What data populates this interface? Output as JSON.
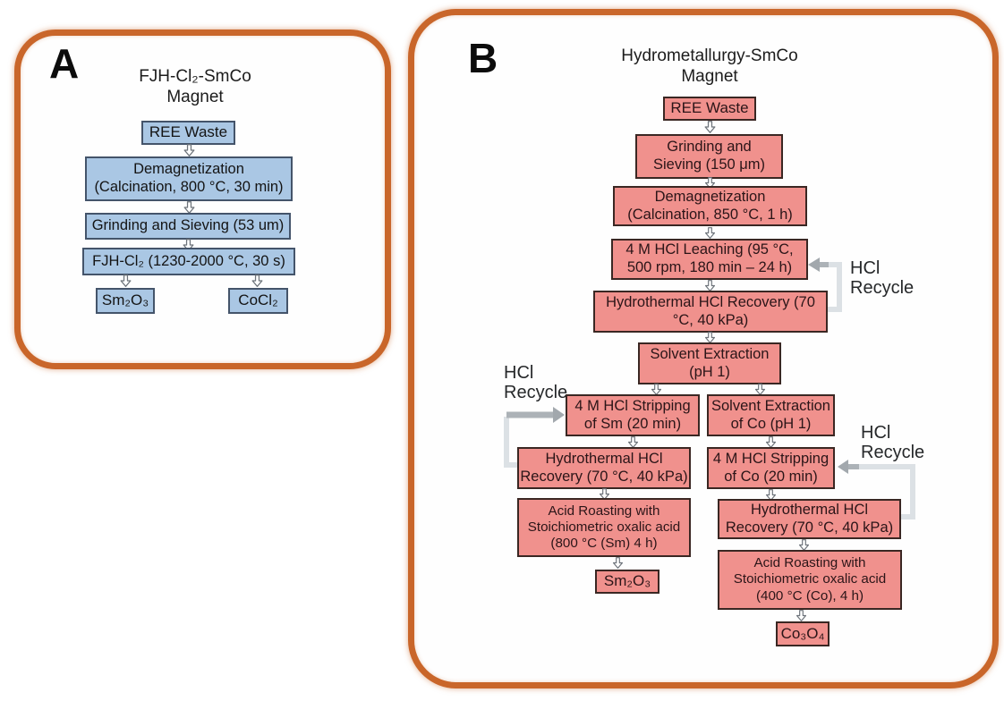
{
  "figure": {
    "type": "process-flowchart-comparison"
  },
  "colors": {
    "panel_border_orange": "#C9662A",
    "box_blue_fill": "#AAC7E4",
    "box_blue_border": "#44546A",
    "box_pink_fill": "#F0918D",
    "box_pink_border": "#3A2723",
    "recycle_line_light": "#DCE1E5",
    "recycle_arrow_gray": "#A2A8AD"
  },
  "panel_a": {
    "label": "A",
    "title": [
      "FJH-Cl₂-SmCo",
      "Magnet"
    ],
    "nodes": {
      "ree_waste": {
        "lines": [
          "REE Waste"
        ]
      },
      "demagnetization": {
        "lines": [
          "Demagnetization",
          "(Calcination, 800 °C, 30 min)"
        ]
      },
      "grinding": {
        "lines": [
          "Grinding and Sieving (53 um)"
        ]
      },
      "fjh": {
        "lines": [
          "FJH-Cl₂ (1230-2000 °C, 30 s)"
        ]
      },
      "sm2o3": {
        "lines": [
          "Sm₂O₃"
        ]
      },
      "cocl2": {
        "lines": [
          "CoCl₂"
        ]
      }
    }
  },
  "panel_b": {
    "label": "B",
    "title": [
      "Hydrometallurgy-SmCo",
      "Magnet"
    ],
    "nodes": {
      "ree_waste": {
        "lines": [
          "REE Waste"
        ]
      },
      "grinding": {
        "lines": [
          "Grinding and",
          "Sieving (150 μm)"
        ]
      },
      "demagnetization": {
        "lines": [
          "Demagnetization",
          "(Calcination, 850 °C, 1 h)"
        ]
      },
      "leaching": {
        "lines": [
          "4 M HCl Leaching (95 °C,",
          "500 rpm, 180 min – 24 h)"
        ]
      },
      "hcl_recovery_1": {
        "lines": [
          "Hydrothermal HCl Recovery (70",
          "°C, 40 kPa)"
        ]
      },
      "solvent_extraction": {
        "lines": [
          "Solvent Extraction",
          "(pH 1)"
        ]
      },
      "stripping_sm": {
        "lines": [
          "4 M HCl Stripping",
          "of Sm (20 min)"
        ]
      },
      "solvent_extraction_co": {
        "lines": [
          "Solvent Extraction",
          "of Co (pH 1)"
        ]
      },
      "hcl_recovery_sm": {
        "lines": [
          "Hydrothermal HCl",
          "Recovery (70 °C, 40 kPa)"
        ]
      },
      "stripping_co": {
        "lines": [
          "4 M HCl Stripping",
          "of Co (20 min)"
        ]
      },
      "acid_roasting_sm": {
        "lines": [
          "Acid Roasting with",
          "Stoichiometric oxalic acid",
          "(800 °C (Sm) 4 h)"
        ]
      },
      "hcl_recovery_co": {
        "lines": [
          "Hydrothermal HCl",
          "Recovery (70 °C, 40 kPa)"
        ]
      },
      "acid_roasting_co": {
        "lines": [
          "Acid Roasting with",
          "Stoichiometric oxalic acid",
          "(400 °C (Co), 4 h)"
        ]
      },
      "sm2o3": {
        "lines": [
          "Sm₂O₃"
        ]
      },
      "co3o4": {
        "lines": [
          "Co₃O₄"
        ]
      }
    },
    "recycle_labels": {
      "leaching": [
        "HCl",
        "Recycle"
      ],
      "sm": [
        "HCl",
        "Recycle"
      ],
      "co": [
        "HCl",
        "Recycle"
      ]
    }
  }
}
